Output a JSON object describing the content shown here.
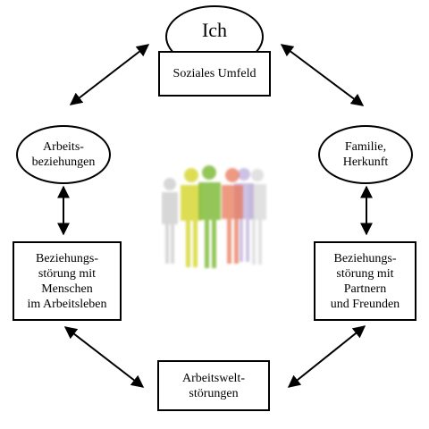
{
  "diagram": {
    "top_ellipse": "Ich",
    "top_box": "Soziales Umfeld",
    "left_ellipse": [
      "Arbeits-",
      "beziehungen"
    ],
    "right_ellipse": [
      "Familie,",
      "Herkunft"
    ],
    "left_box": [
      "Beziehungs-",
      "störung mit",
      "Menschen",
      "im Arbeitsleben"
    ],
    "right_box": [
      "Beziehungs-",
      "störung mit",
      "Partnern",
      "und Freunden"
    ],
    "bottom_box": [
      "Arbeitswelt-",
      "störungen"
    ]
  },
  "colors": {
    "line": "#000000",
    "fig_yellow": "#d8d838",
    "fig_green": "#88c048",
    "fig_red": "#e87858",
    "fig_purple": "#b8a8d8",
    "fig_gray": "#c8c8c8"
  }
}
